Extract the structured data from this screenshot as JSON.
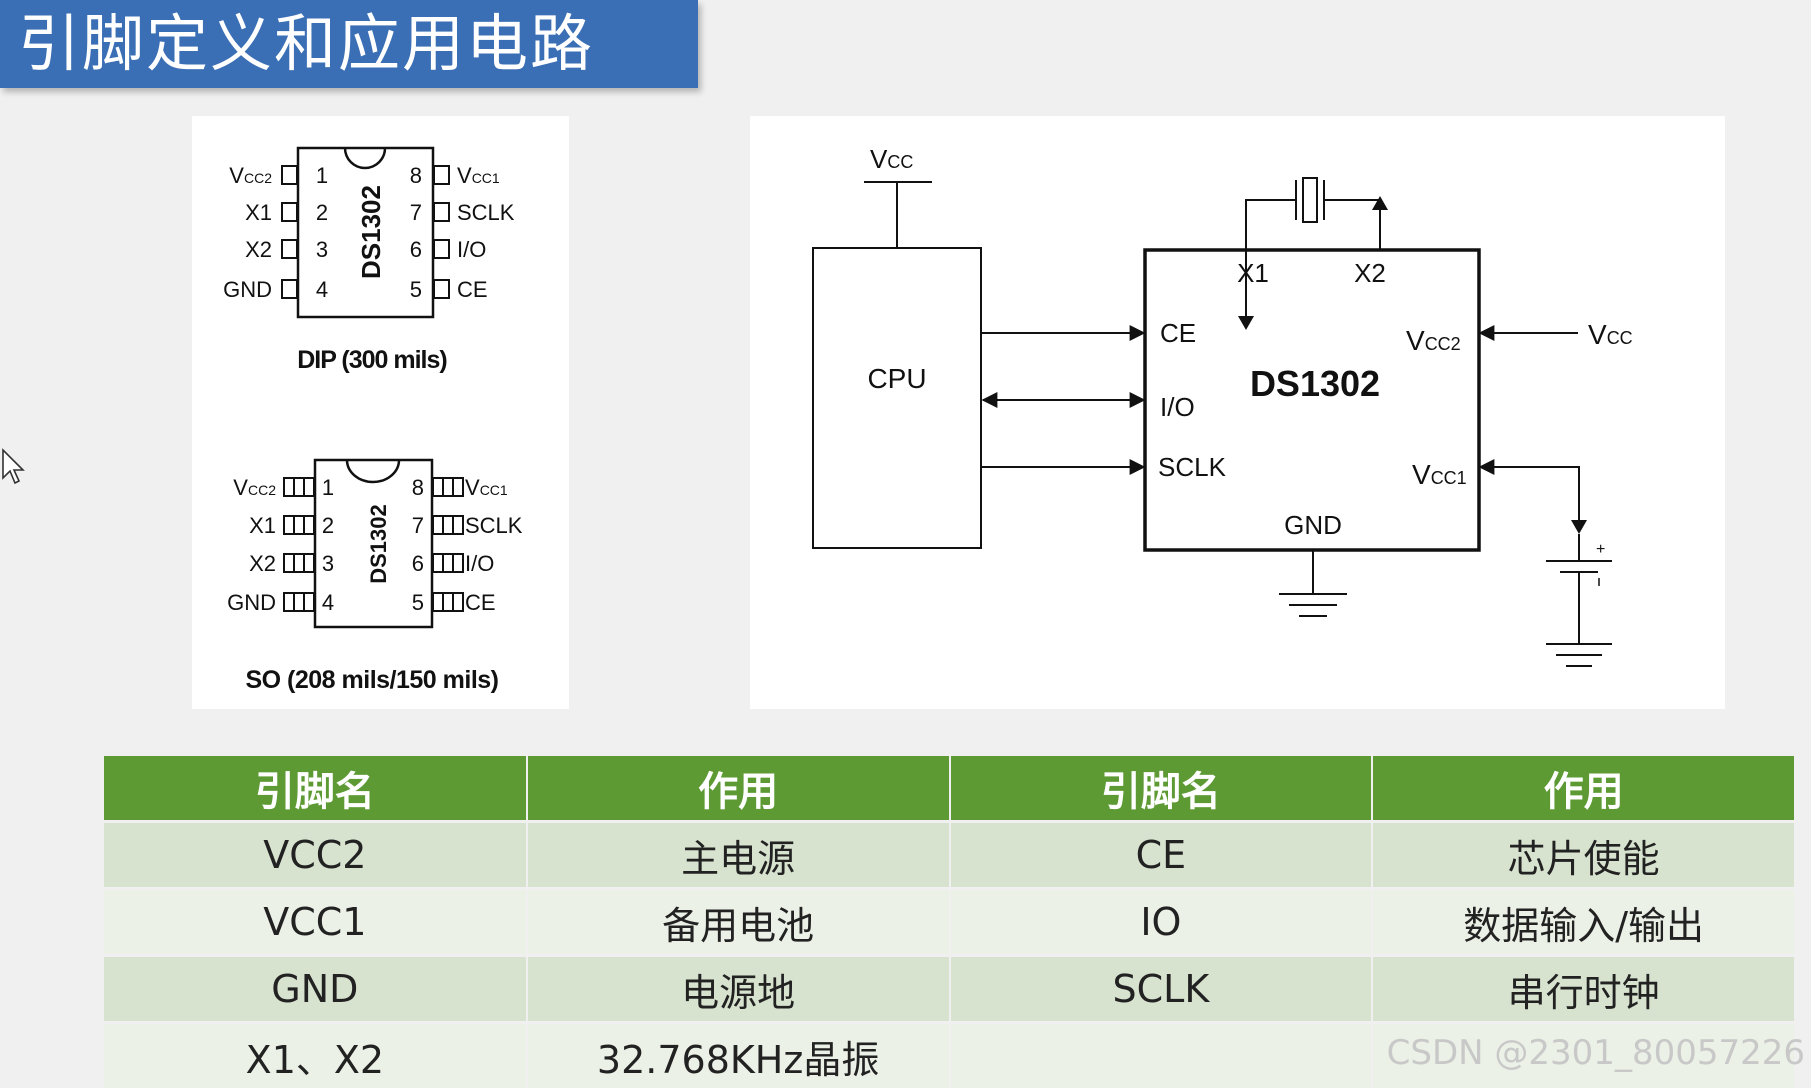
{
  "title": "引脚定义和应用电路",
  "dip": {
    "chip_label": "DS1302",
    "caption": "DIP (300 mils)",
    "left_pins": [
      {
        "num": "1",
        "name": "V",
        "sub": "CC2"
      },
      {
        "num": "2",
        "name": "X1",
        "sub": ""
      },
      {
        "num": "3",
        "name": "X2",
        "sub": ""
      },
      {
        "num": "4",
        "name": "GND",
        "sub": ""
      }
    ],
    "right_pins": [
      {
        "num": "8",
        "name": "V",
        "sub": "CC1"
      },
      {
        "num": "7",
        "name": "SCLK",
        "sub": ""
      },
      {
        "num": "6",
        "name": "I/O",
        "sub": ""
      },
      {
        "num": "5",
        "name": "CE",
        "sub": ""
      }
    ]
  },
  "so": {
    "chip_label": "DS1302",
    "caption": "SO (208 mils/150 mils)",
    "left_pins": [
      {
        "num": "1",
        "name": "V",
        "sub": "CC2"
      },
      {
        "num": "2",
        "name": "X1",
        "sub": ""
      },
      {
        "num": "3",
        "name": "X2",
        "sub": ""
      },
      {
        "num": "4",
        "name": "GND",
        "sub": ""
      }
    ],
    "right_pins": [
      {
        "num": "8",
        "name": "V",
        "sub": "CC1"
      },
      {
        "num": "7",
        "name": "SCLK",
        "sub": ""
      },
      {
        "num": "6",
        "name": "I/O",
        "sub": ""
      },
      {
        "num": "5",
        "name": "CE",
        "sub": ""
      }
    ]
  },
  "circuit": {
    "vcc_top": {
      "main": "V",
      "sub": "CC"
    },
    "cpu_label": "CPU",
    "chip_label": "DS1302",
    "x1": "X1",
    "x2": "X2",
    "ce": "CE",
    "io": "I/O",
    "sclk": "SCLK",
    "gnd": "GND",
    "vcc2": {
      "main": "V",
      "sub": "CC2"
    },
    "vcc1": {
      "main": "V",
      "sub": "CC1"
    },
    "vcc_right": {
      "main": "V",
      "sub": "CC"
    },
    "battery_plus": "+"
  },
  "table": {
    "headers": [
      "引脚名",
      "作用",
      "引脚名",
      "作用"
    ],
    "rows": [
      [
        "VCC2",
        "主电源",
        "CE",
        "芯片使能"
      ],
      [
        "VCC1",
        "备用电池",
        "IO",
        "数据输入/输出"
      ],
      [
        "GND",
        "电源地",
        "SCLK",
        "串行时钟"
      ],
      [
        "X1、X2",
        "32.768KHz晶振",
        "",
        ""
      ]
    ]
  },
  "watermark": "CSDN @2301_80057226"
}
